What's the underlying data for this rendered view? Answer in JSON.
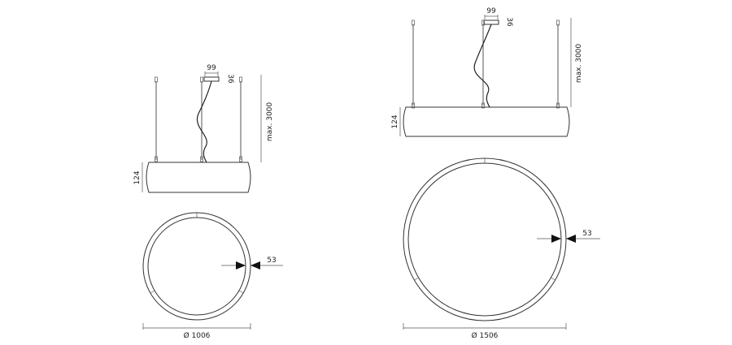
{
  "left": {
    "canopy_width": "99",
    "canopy_height": "36",
    "suspension": "max. 3000",
    "body_height": "124",
    "ring_width": "53",
    "diameter": "Ø 1006"
  },
  "right": {
    "canopy_width": "99",
    "canopy_height": "36",
    "suspension": "max. 3000",
    "body_height": "124",
    "ring_width": "53",
    "diameter": "Ø 1506"
  }
}
